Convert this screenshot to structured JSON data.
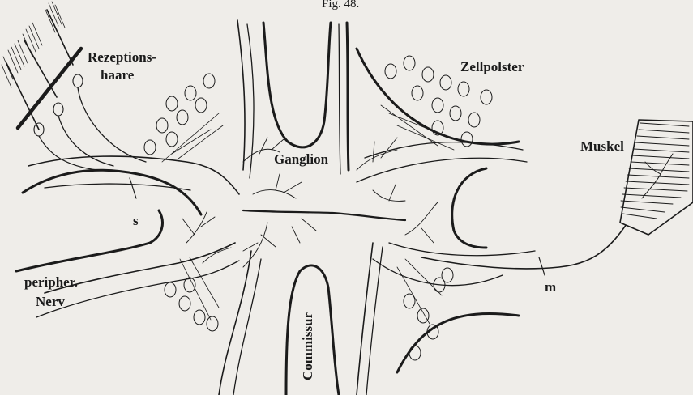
{
  "figure": {
    "caption": "Fig. 48.",
    "labels": {
      "rezeptionshaare_line1": "Rezeptions-",
      "rezeptionshaare_line2": "haare",
      "zellpolster": "Zellpolster",
      "ganglion": "Ganglion",
      "muskel": "Muskel",
      "s": "s",
      "peripher_line1": "peripher.",
      "peripher_line2": "Nerv",
      "m": "m",
      "commissur": "Commissur"
    }
  },
  "colors": {
    "paper": "#efede9",
    "ink": "#1b1b1b"
  }
}
